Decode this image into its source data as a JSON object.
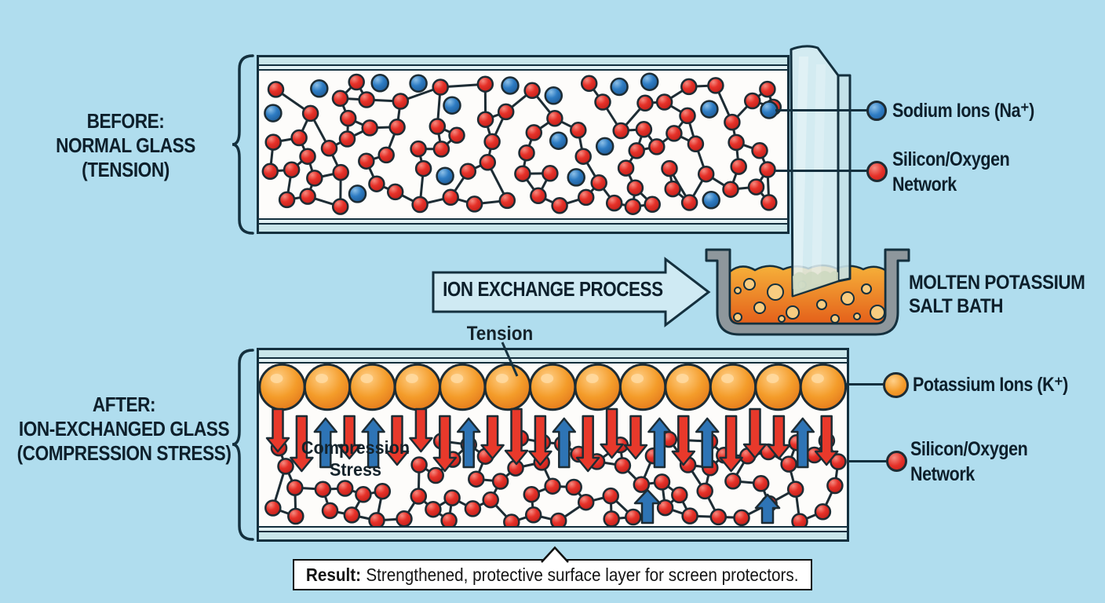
{
  "diagram": {
    "before": {
      "label_lines": [
        "BEFORE:",
        "NORMAL GLASS",
        "(TENSION)"
      ]
    },
    "after": {
      "label_lines": [
        "AFTER:",
        "ION-EXCHANGED GLASS",
        "(COMPRESSION STRESS)"
      ]
    },
    "process_arrow": {
      "label": "ION EXCHANGE PROCESS"
    },
    "salt_bath": {
      "label_lines": [
        "MOLTEN POTASSIUM",
        "SALT BATH"
      ]
    },
    "annotations": {
      "tension": "Tension",
      "compression_lines": [
        "Compression",
        "Stress"
      ]
    },
    "result": {
      "prefix": "Result:",
      "text": "Strengthened, protective surface layer for screen protectors."
    }
  },
  "legend": {
    "top": [
      {
        "icon": "sodium-ion-sphere",
        "label": "Sodium Ions (Na⁺)",
        "color": "#2e7cc3"
      },
      {
        "icon": "silicon-oxygen-sphere",
        "label": "Silicon/Oxygen Network",
        "color": "#e63129"
      }
    ],
    "bottom": [
      {
        "icon": "potassium-ion-sphere",
        "label": "Potassium Ions (K⁺)",
        "color": "#f49c2a"
      },
      {
        "icon": "silicon-oxygen-sphere",
        "label": "Silicon/Oxygen Network",
        "color": "#e63129"
      }
    ]
  },
  "colors": {
    "background": "#b0ddee",
    "outline": "#14303e",
    "glass_band": "#c9e6ea",
    "panel_interior": "#fdfcfa",
    "sodium_blue": "#2e7cc3",
    "silicon_red": "#e63129",
    "potassium_orange": "#f49c2a",
    "molten_salt_top": "#f6b13a",
    "molten_salt_bottom": "#e4601a",
    "compression_arrow_red": "#e8392b",
    "tension_arrow_blue": "#2e74b5"
  }
}
